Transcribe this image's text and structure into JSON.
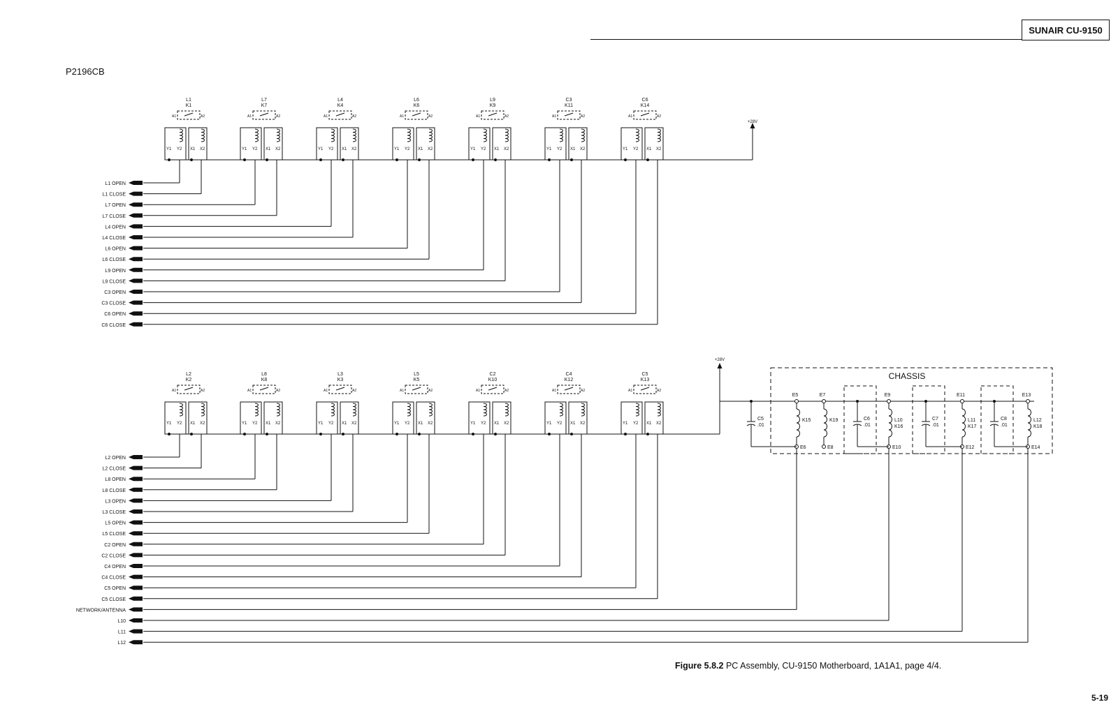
{
  "header": {
    "title": "SUNAIR CU-9150"
  },
  "drawing_number": "P2196CB",
  "caption": {
    "figure": "Figure 5.8.2",
    "text": "PC Assembly, CU-9150 Motherboard, 1A1A1, page 4/4."
  },
  "page_number": "5-19",
  "supply_label": "+28V",
  "relay_pins": {
    "a1": "A1",
    "a2": "A2",
    "y1": "Y1",
    "y2": "Y2",
    "x1": "X1",
    "x2": "X2"
  },
  "top_relays": [
    {
      "element": "L1",
      "relay": "K1"
    },
    {
      "element": "L7",
      "relay": "K7"
    },
    {
      "element": "L4",
      "relay": "K4"
    },
    {
      "element": "L6",
      "relay": "K6"
    },
    {
      "element": "L9",
      "relay": "K9"
    },
    {
      "element": "C3",
      "relay": "K11"
    },
    {
      "element": "C6",
      "relay": "K14"
    }
  ],
  "bottom_relays": [
    {
      "element": "L2",
      "relay": "K2"
    },
    {
      "element": "L8",
      "relay": "K8"
    },
    {
      "element": "L3",
      "relay": "K3"
    },
    {
      "element": "L5",
      "relay": "K5"
    },
    {
      "element": "C2",
      "relay": "K10"
    },
    {
      "element": "C4",
      "relay": "K12"
    },
    {
      "element": "C5",
      "relay": "K13"
    }
  ],
  "top_signals": [
    "L1 OPEN",
    "L1 CLOSE",
    "L7 OPEN",
    "L7 CLOSE",
    "L4 OPEN",
    "L4 CLOSE",
    "L6 OPEN",
    "L6 CLOSE",
    "L9 OPEN",
    "L9 CLOSE",
    "C3 OPEN",
    "C3 CLOSE",
    "C6 OPEN",
    "C6 CLOSE"
  ],
  "bottom_signals": [
    "L2 OPEN",
    "L2 CLOSE",
    "L8 OPEN",
    "L8 CLOSE",
    "L3 OPEN",
    "L3 CLOSE",
    "L5 OPEN",
    "L5 CLOSE",
    "C2 OPEN",
    "C2 CLOSE",
    "C4 OPEN",
    "C4 CLOSE",
    "C5 OPEN",
    "C5 CLOSE"
  ],
  "extra_signals": [
    "NETWORK/ANTENNA",
    "L10",
    "L11",
    "L12"
  ],
  "chassis": {
    "label": "CHASSIS",
    "capacitors": [
      {
        "name": "C5",
        "value": ".01"
      },
      {
        "name": "C6",
        "value": ".01"
      },
      {
        "name": "C7",
        "value": ".01"
      },
      {
        "name": "C8",
        "value": ".01"
      }
    ],
    "coils": [
      {
        "name": "K15"
      },
      {
        "name": "K19"
      },
      {
        "name": "L10",
        "relay": "K16"
      },
      {
        "name": "L11",
        "relay": "K17"
      },
      {
        "name": "L12",
        "relay": "K18"
      }
    ],
    "terminals": [
      "E5",
      "E7",
      "E9",
      "E11",
      "E13",
      "E6",
      "E8",
      "E10",
      "E12",
      "E14"
    ]
  }
}
